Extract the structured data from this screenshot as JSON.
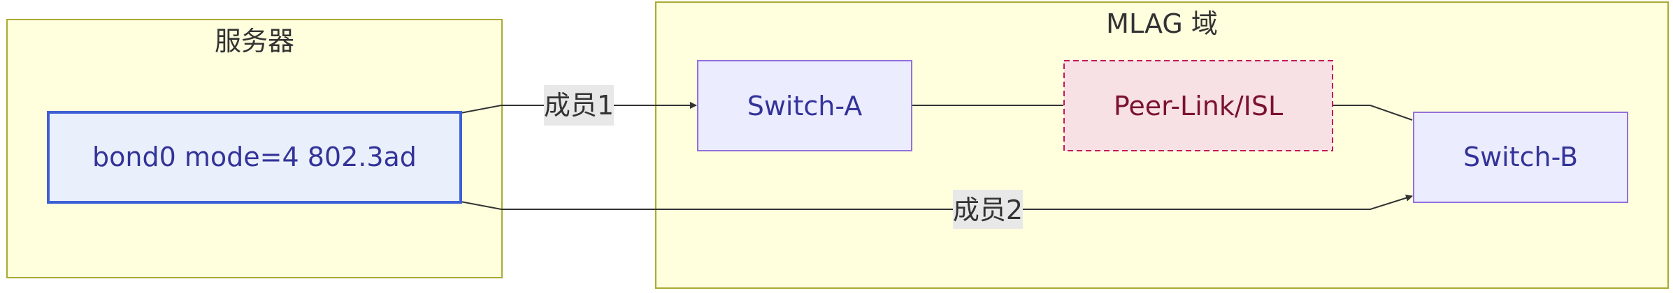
{
  "clusters": {
    "server": {
      "title": "服务器"
    },
    "mlag": {
      "title": "MLAG 域"
    }
  },
  "nodes": {
    "bond": {
      "label": "bond0 mode=4 802.3ad"
    },
    "switch_a": {
      "label": "Switch-A"
    },
    "peer_link": {
      "label": "Peer-Link/ISL"
    },
    "switch_b": {
      "label": "Switch-B"
    }
  },
  "edges": {
    "member1": {
      "label": "成员1"
    },
    "member2": {
      "label": "成员2"
    }
  },
  "colors": {
    "cluster_fill": "#ffffde",
    "cluster_stroke": "#aaaa33",
    "node_fill": "#ececff",
    "node_stroke": "#9370db",
    "node_text": "#333399",
    "bond_fill": "#eaf0fb",
    "bond_stroke": "#3d5fd6",
    "peer_fill": "#f8e1e5",
    "peer_stroke": "#c2185b",
    "peer_text": "#7b1230",
    "edge": "#333333",
    "edge_label_bg": "#e8e8e8"
  }
}
